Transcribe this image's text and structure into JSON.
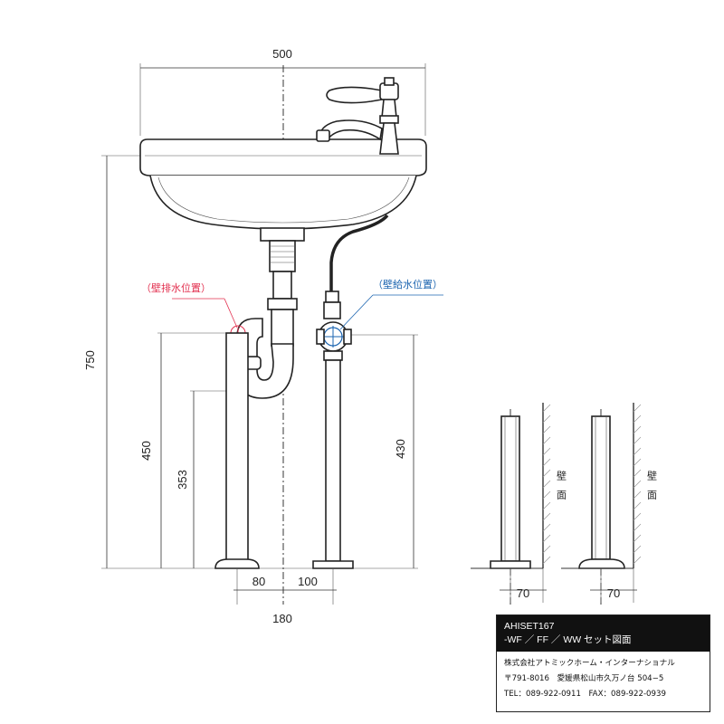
{
  "dimensions": {
    "width_top": "500",
    "height_total": "750",
    "drain_height": "450",
    "trap_height": "353",
    "supply_height": "430",
    "drain_offset": "80",
    "supply_offset": "100",
    "pipe_spacing": "180",
    "wall_offset_1": "70",
    "wall_offset_2": "70"
  },
  "labels": {
    "drain_position": "（壁排水位置）",
    "supply_position": "（壁給水位置）",
    "wall_1": "壁面",
    "wall_2": "壁面"
  },
  "info_box": {
    "model_line1": "AHISET167",
    "model_line2": "-WF ／ FF ／ WW セット図面",
    "company": "株式会社アトミックホーム・インターナショナル",
    "address": "〒791-8016　愛媛県松山市久万ノ台 504−5",
    "contact": "TEL：089-922-0911　FAX：089-922-0939"
  },
  "colors": {
    "drain_label": "#e2304f",
    "supply_label": "#1b64b0",
    "line": "#222222"
  }
}
